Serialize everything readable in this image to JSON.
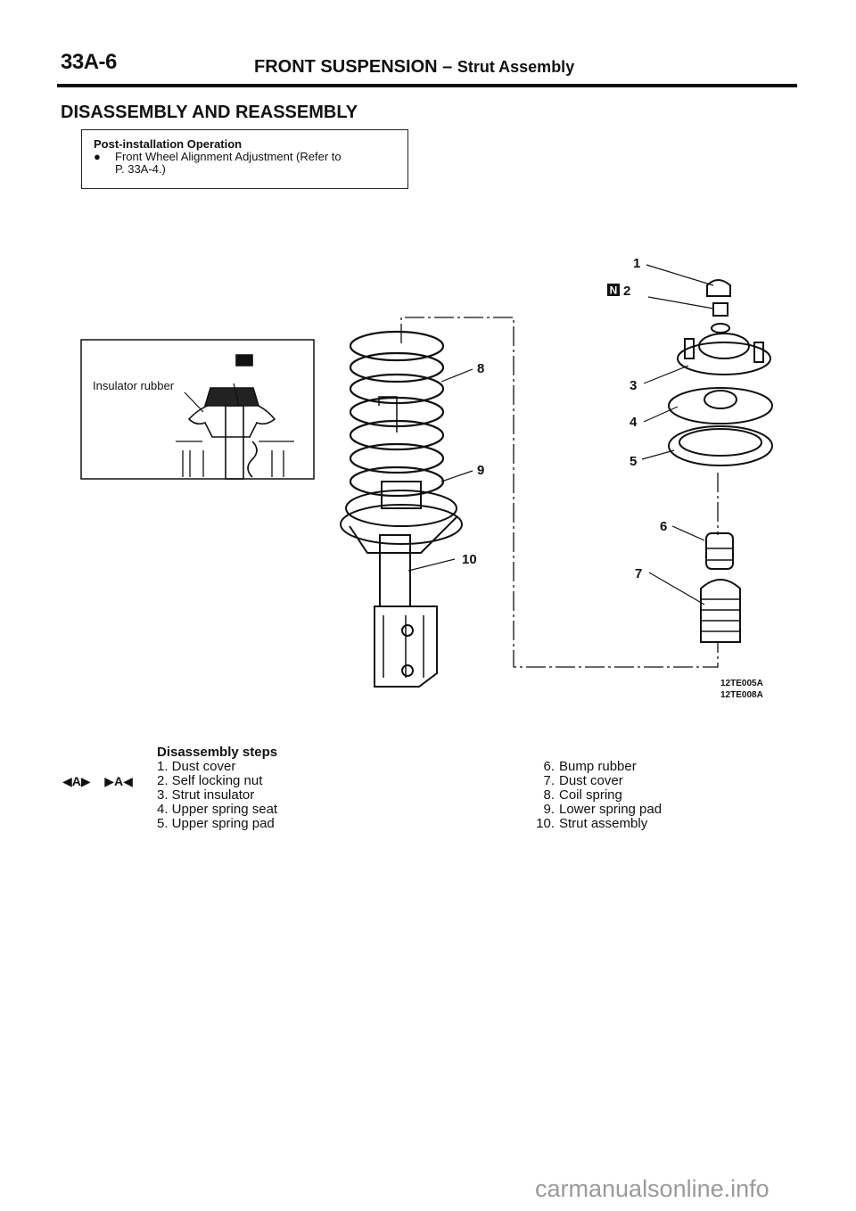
{
  "header": {
    "page_code": "33A-6",
    "title": "FRONT SUSPENSION",
    "dash": "–",
    "subtitle": "Strut Assembly"
  },
  "section_title": "DISASSEMBLY AND REASSEMBLY",
  "post_installation": {
    "title": "Post-installation Operation",
    "bullet": "●",
    "item_line1": "Front Wheel Alignment Adjustment (Refer to",
    "item_line2": "P. 33A-4.)"
  },
  "figure": {
    "inset_label": "Insulator rubber",
    "callouts": [
      "1",
      "2",
      "3",
      "4",
      "5",
      "6",
      "7",
      "8",
      "9",
      "10"
    ],
    "n_mark": "N",
    "codes": [
      "12TE005A",
      "12TE008A"
    ]
  },
  "steps": {
    "heading": "Disassembly steps",
    "marker_a": "◀A▶",
    "marker_b": "▶A◀",
    "left": [
      "1. Dust cover",
      "2. Self locking nut",
      "3. Strut insulator",
      "4. Upper spring seat",
      "5. Upper spring pad"
    ],
    "right": [
      {
        "num": "6.",
        "label": "Bump rubber"
      },
      {
        "num": "7.",
        "label": "Dust cover"
      },
      {
        "num": "8.",
        "label": "Coil spring"
      },
      {
        "num": "9.",
        "label": "Lower spring pad"
      },
      {
        "num": "10.",
        "label": "Strut assembly"
      }
    ]
  },
  "watermark": "carmanualsonline.info"
}
